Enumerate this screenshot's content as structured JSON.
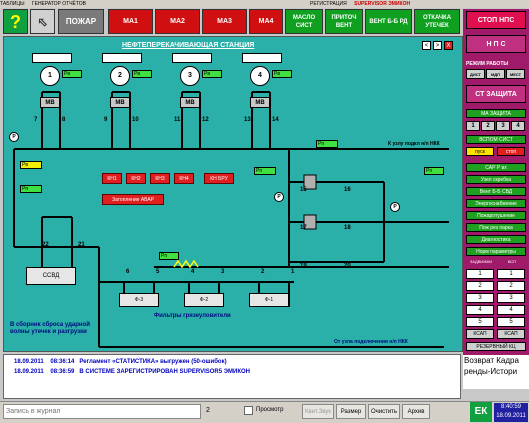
{
  "menubar": {
    "items": [
      "ТАБЛИЦЫ",
      "ГЕНЕРАТОР ОТЧЁТОВ"
    ],
    "registration_label": "РЕГИСТРАЦИЯ",
    "registration_user": "SUPERVISOR",
    "registration_name": "ЭМИКОН"
  },
  "toolbar": {
    "fire": "ПОЖАР",
    "alarms": [
      "МА1",
      "МА2",
      "МА3",
      "МА4"
    ],
    "green_buttons": [
      "МАСЛО СИСТ",
      "ПРИТОЧ ВЕНТ",
      "ВЕНТ Б-Б РД",
      "ОТКАЧКА УТЕЧЕК"
    ]
  },
  "mimic": {
    "title": "НЕФТЕПЕРЕКАЧИВАЮЩАЯ СТАНЦИЯ",
    "pumps": [
      "1",
      "2",
      "3",
      "4"
    ],
    "pump_boxes": [
      "Рв",
      "Рв",
      "Рв",
      "Рв"
    ],
    "mv_label": "МВ",
    "valves_top": [
      "7",
      "8",
      "9",
      "10",
      "11",
      "12",
      "13",
      "14"
    ],
    "red_buttons": [
      "КН1",
      "КН2",
      "КН3",
      "КН4",
      "КН БРУ"
    ],
    "flood": "Затопление АВАР",
    "rv": "Рв",
    "rp_boxes": [
      "Рп",
      "Рп",
      "Рп",
      "Рп"
    ],
    "to_unit": "К узлу подкл н/п НКК",
    "from_unit": "От узла подключения н/п НКК",
    "valves_right": [
      "15",
      "16",
      "17",
      "18",
      "19",
      "20"
    ],
    "ssvd": "ССВД",
    "valves_left": [
      "22",
      "21"
    ],
    "drain": "В сборник сброса ударной волны утечек и разгрузки",
    "filters": [
      "Ф-3",
      "Ф-2",
      "Ф-1"
    ],
    "filters_label": "Фильтры грязеуловители",
    "valves_filter": [
      "6",
      "5",
      "4",
      "3",
      "2",
      "1"
    ],
    "nav": [
      "<",
      ">",
      "X"
    ]
  },
  "right": {
    "stop": "СТОП НПС",
    "nps": "Н П С",
    "mode_title": "РЕЖИМ РАБОТЫ",
    "modes": [
      "ДИСТ",
      "МДП",
      "МЕСТ"
    ],
    "protection": "СТ ЗАЩИТА",
    "ma_protection": "МА ЗАЩИТА",
    "ma_nums": [
      "1",
      "2",
      "3",
      "4"
    ],
    "aux": "ВСПОМ СИСТ",
    "start": "пуск",
    "stop_btn": "стоп",
    "items": [
      "САР Р вх",
      "Узел скребка",
      "Вент Б-Б СВД",
      "Энергоснабжение",
      "Пожаротушение",
      "Пож рез парка",
      "Диагностика",
      "Норм параметры"
    ],
    "cols": [
      "ЗАДВИЖКИ",
      "ВСП"
    ],
    "col_a": [
      "1",
      "2",
      "3",
      "4",
      "5"
    ],
    "col_b": [
      "1",
      "2",
      "3",
      "4",
      "5"
    ],
    "ksap": [
      "КСАП",
      "КСАП"
    ],
    "reserve": "РЕЗЕРВНЫЙ КЦ",
    "ticker1": "Возврат Кадра",
    "ticker2": "ренды-Истори"
  },
  "log": [
    {
      "date": "18.09.2011",
      "time": "08:36:14",
      "text": "Регламент «СТАТИСТИКА» выгружен (50-ошибок)"
    },
    {
      "date": "18.09.2011",
      "time": "08:36:59",
      "text": "В СИСТЕМЕ ЗАРЕГИСТРИРОВАН SUPERVISOR5 ЭМИКОН"
    }
  ],
  "status": {
    "journal_placeholder": "Запись в журнал",
    "count": "2",
    "view": "Просмотр",
    "ack": "Квит.Звук",
    "size": "Размер",
    "clear": "Очистить",
    "archive": "Архив",
    "logo": "ЕК",
    "time": "8:40:59",
    "date": "18.09.2011"
  }
}
